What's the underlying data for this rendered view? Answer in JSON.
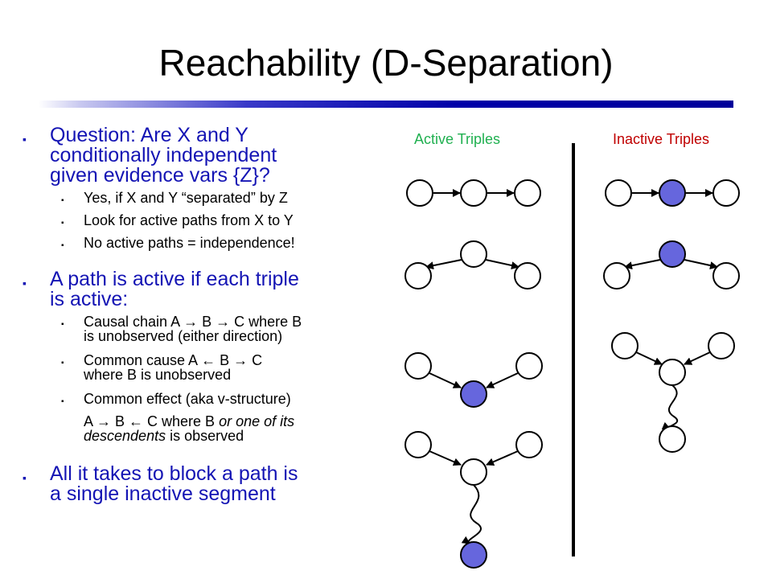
{
  "slide": {
    "title": "Reachability (D-Separation)"
  },
  "bullets": {
    "question": {
      "text": "Question: Are X and Y conditionally independent given evidence vars {Z}?",
      "line1": "Question: Are X and Y",
      "line2": "conditionally independent",
      "line3": "given evidence vars {Z}?",
      "sub": [
        "Yes, if X and Y “separated” by Z",
        "Look for active paths from X to Y",
        "No active paths = independence!"
      ]
    },
    "active_path": {
      "line1": "A path is active if each triple",
      "line2": "is active:",
      "sub": {
        "causal_line1": "Causal chain A → B → C where B",
        "causal_line2": "is unobserved (either direction)",
        "common_cause_line1": "Common cause A ← B → C",
        "common_cause_line2": "where B is unobserved",
        "common_effect_line1": "Common effect (aka v-structure)",
        "common_effect_line2a": "A → B ← C where B ",
        "common_effect_line2b": "or one of its",
        "common_effect_line3a": "descendents",
        "common_effect_line3b": " is observed"
      }
    },
    "block": {
      "line1": "All it takes to block a path is",
      "line2": "a single inactive segment"
    }
  },
  "diagram": {
    "active_label": "Active Triples",
    "inactive_label": "Inactive Triples",
    "colors": {
      "observed_fill": "#6666dd",
      "unobserved_fill": "#ffffff",
      "active_label": "#20b050",
      "inactive_label": "#c00000",
      "bullet_blue": "#1414b4"
    }
  }
}
